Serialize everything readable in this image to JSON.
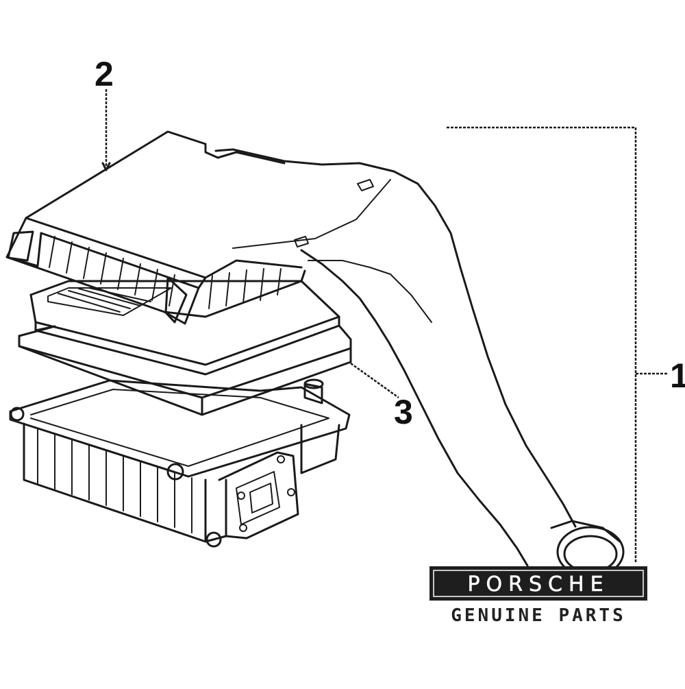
{
  "diagram": {
    "callouts": [
      {
        "id": "1",
        "label": "1"
      },
      {
        "id": "2",
        "label": "2"
      },
      {
        "id": "3",
        "label": "3"
      }
    ]
  },
  "logo": {
    "brand": "PORSCHE",
    "tagline": "GENUINE PARTS",
    "colors": {
      "band": "#1e1e1e",
      "text": "#ffffff",
      "tagline": "#222222"
    }
  }
}
